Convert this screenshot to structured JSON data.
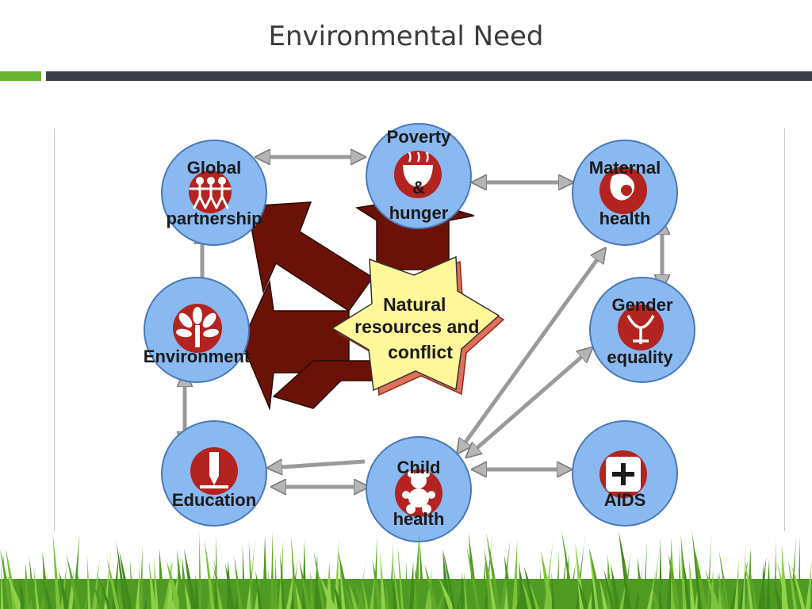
{
  "slide": {
    "title": "Environmental Need"
  },
  "colors": {
    "accent_green": "#6ab42f",
    "title_bar": "#3a4048",
    "node_fill": "#8ab8f0",
    "node_stroke": "#4a78b8",
    "icon_red": "#b3231f",
    "big_arrow": "#6b1208",
    "star_fill": "#fff79a",
    "star_shadow": "#e0705a",
    "connector": "#b5b5b5",
    "grass": "#5fa82a"
  },
  "diagram": {
    "center_label": [
      "Natural",
      "resources and",
      "conflict"
    ],
    "nodes": {
      "global": {
        "label_top": "Global",
        "label_bottom": "partnership",
        "icon": "people-holding-hands-icon"
      },
      "poverty": {
        "label_top": "Poverty",
        "label_mid": "&",
        "label_bottom": "hunger",
        "icon": "steaming-bowl-icon"
      },
      "maternal": {
        "label_top": "Maternal",
        "label_bottom": "health",
        "icon": "mother-child-icon"
      },
      "environment": {
        "label": "Environment",
        "icon": "tree-icon"
      },
      "gender": {
        "label_top": "Gender",
        "label_bottom": "equality",
        "icon": "gender-symbol-icon"
      },
      "education": {
        "label": "Education",
        "icon": "pencil-icon"
      },
      "child": {
        "label_top": "Child",
        "label_bottom": "health",
        "icon": "teddy-bear-icon"
      },
      "aids": {
        "label": "AIDS",
        "icon": "medical-cross-icon"
      }
    }
  }
}
